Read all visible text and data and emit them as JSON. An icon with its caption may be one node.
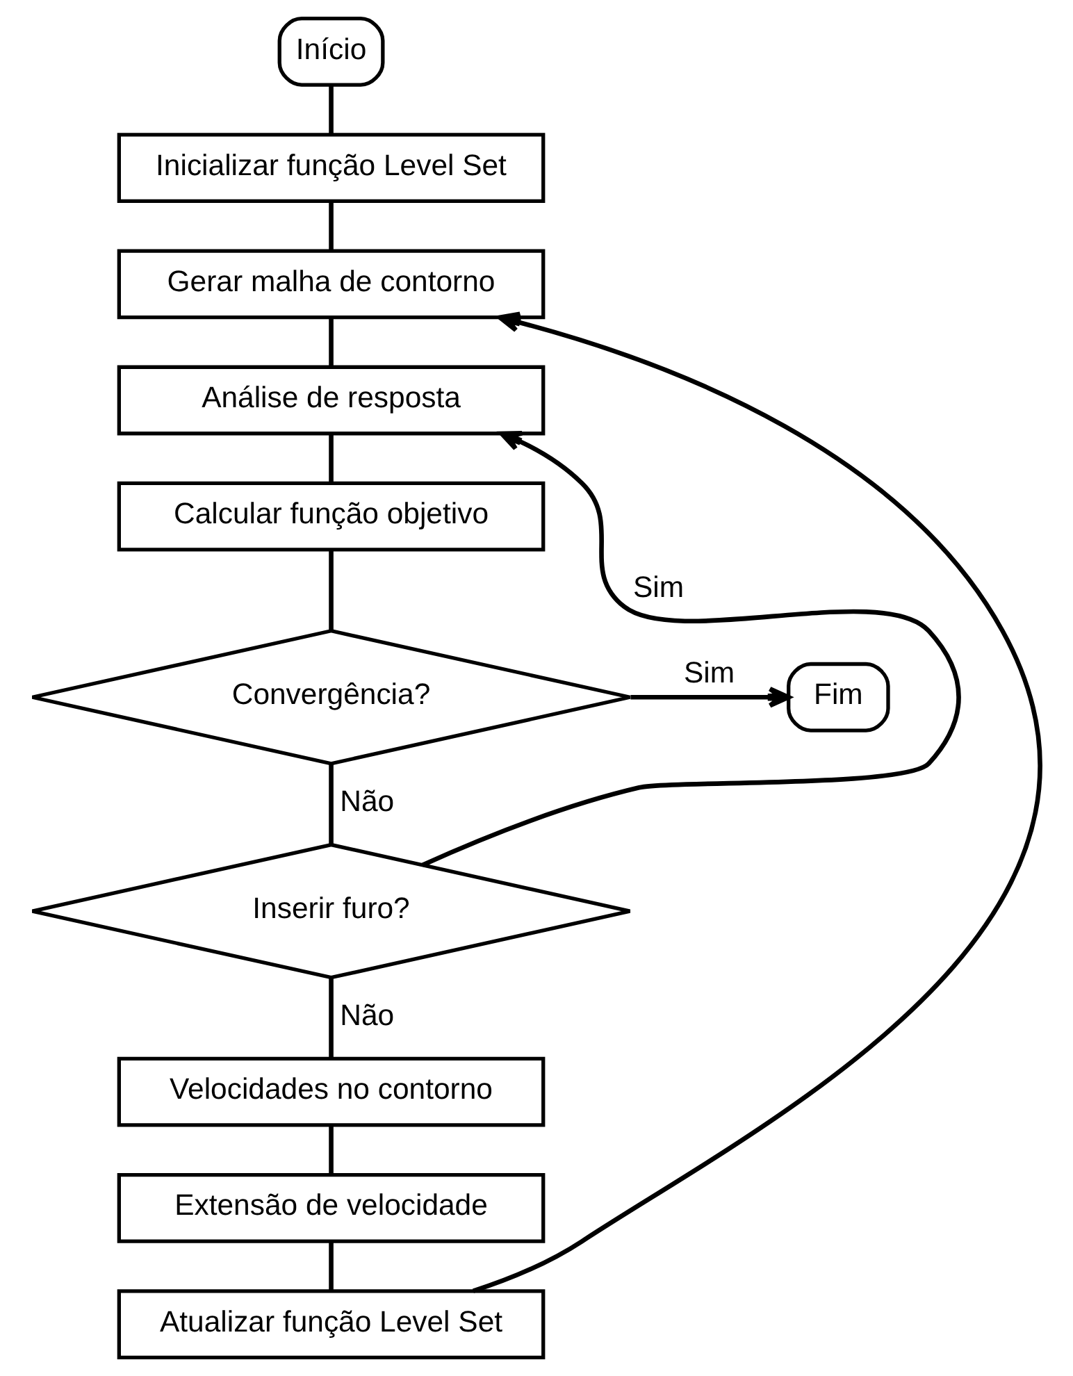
{
  "diagram": {
    "nodes": [
      {
        "text": [
          "Início"
        ]
      },
      {
        "text": [
          "Inicializar função Level Set"
        ]
      },
      {
        "text": [
          "Gerar malha de contorno"
        ]
      },
      {
        "text": [
          "Análise de resposta"
        ]
      },
      {
        "text": [
          "Calcular função objetivo"
        ]
      },
      {
        "text": [
          "Convergência?"
        ]
      },
      {
        "text": [
          "Fim"
        ]
      },
      {
        "text": [
          "Inserir furo?"
        ]
      },
      {
        "text": [
          "Velocidades no contorno"
        ]
      },
      {
        "text": [
          "Extensão de velocidade"
        ]
      },
      {
        "text": [
          "Atualizar função Level Set"
        ]
      }
    ],
    "edges": [
      {
        "from": 0,
        "to": 1,
        "arrow": "none"
      },
      {
        "from": 1,
        "to": 2,
        "arrow": "none"
      },
      {
        "from": 2,
        "to": 3,
        "arrow": "none"
      },
      {
        "from": 3,
        "to": 4,
        "arrow": "none"
      },
      {
        "from": 4,
        "to": 5,
        "arrow": "none"
      },
      {
        "from": 5,
        "to": 6,
        "arrow": "to",
        "label": "Sim"
      },
      {
        "from": 5,
        "to": 7,
        "arrow": "none",
        "label": "Não"
      },
      {
        "from": 7,
        "to": 3,
        "arrow": "to",
        "label": "Sim"
      },
      {
        "from": 7,
        "to": 8,
        "arrow": "none",
        "label": "Não"
      },
      {
        "from": 8,
        "to": 9,
        "arrow": "none"
      },
      {
        "from": 9,
        "to": 10,
        "arrow": "none"
      },
      {
        "from": 10,
        "to": 2,
        "arrow": "to"
      }
    ]
  }
}
